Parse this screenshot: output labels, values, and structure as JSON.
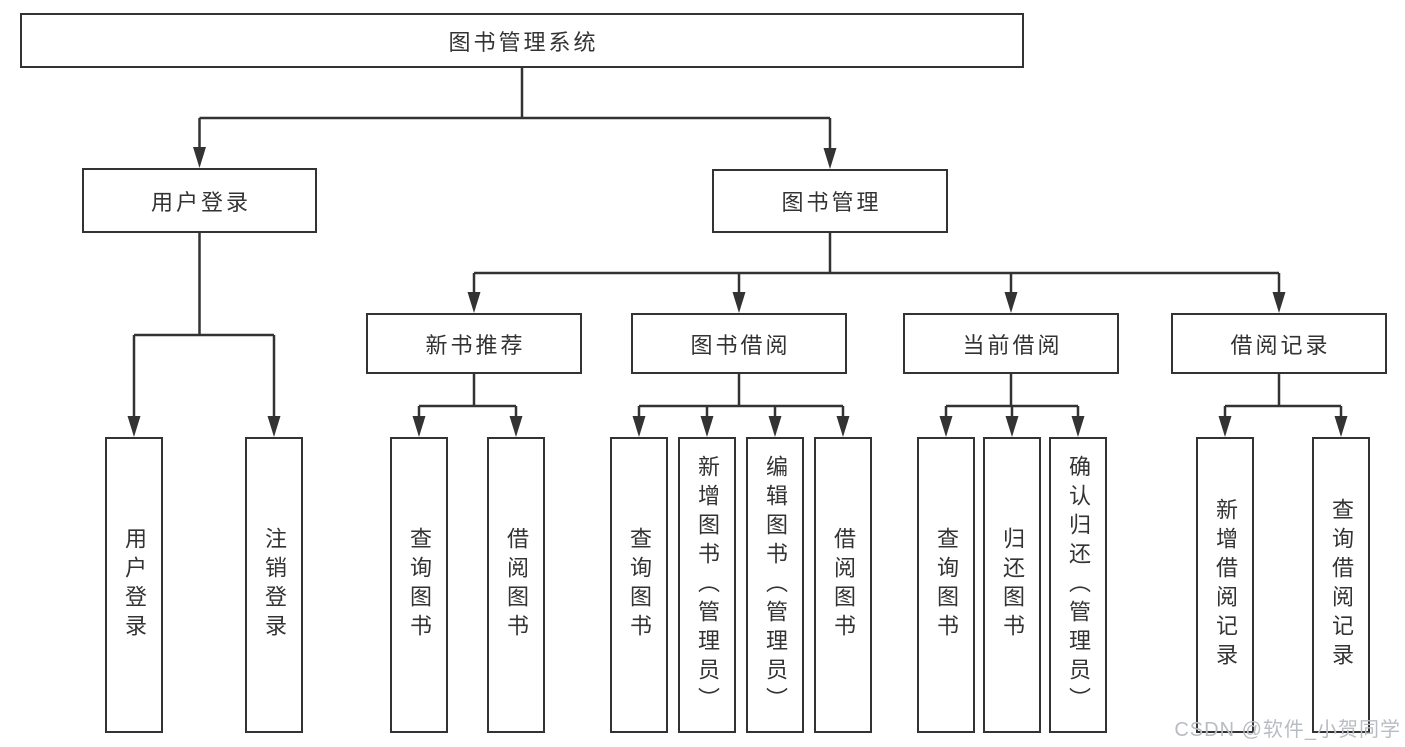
{
  "tree": {
    "root": {
      "label": "图书管理系统"
    },
    "level2": [
      {
        "label": "用户登录",
        "children": [
          {
            "label": "用户登录"
          },
          {
            "label": "注销登录"
          }
        ]
      },
      {
        "label": "图书管理",
        "children": [
          {
            "label": "新书推荐",
            "children": [
              {
                "label": "查询图书"
              },
              {
                "label": "借阅图书"
              }
            ]
          },
          {
            "label": "图书借阅",
            "children": [
              {
                "label": "查询图书"
              },
              {
                "label": "新增图书（管理员）"
              },
              {
                "label": "编辑图书（管理员）"
              },
              {
                "label": "借阅图书"
              }
            ]
          },
          {
            "label": "当前借阅",
            "children": [
              {
                "label": "查询图书"
              },
              {
                "label": "归还图书"
              },
              {
                "label": "确认归还（管理员）"
              }
            ]
          },
          {
            "label": "借阅记录",
            "children": [
              {
                "label": "新增借阅记录"
              },
              {
                "label": "查询借阅记录"
              }
            ]
          }
        ]
      }
    ]
  },
  "watermark": {
    "text": "CSDN @软件_小贺同学"
  },
  "colors": {
    "line": "#333333",
    "text": "#333333",
    "box_background": "#ffffff",
    "page_background": "#ffffff",
    "watermark": "#b9bcc2"
  }
}
